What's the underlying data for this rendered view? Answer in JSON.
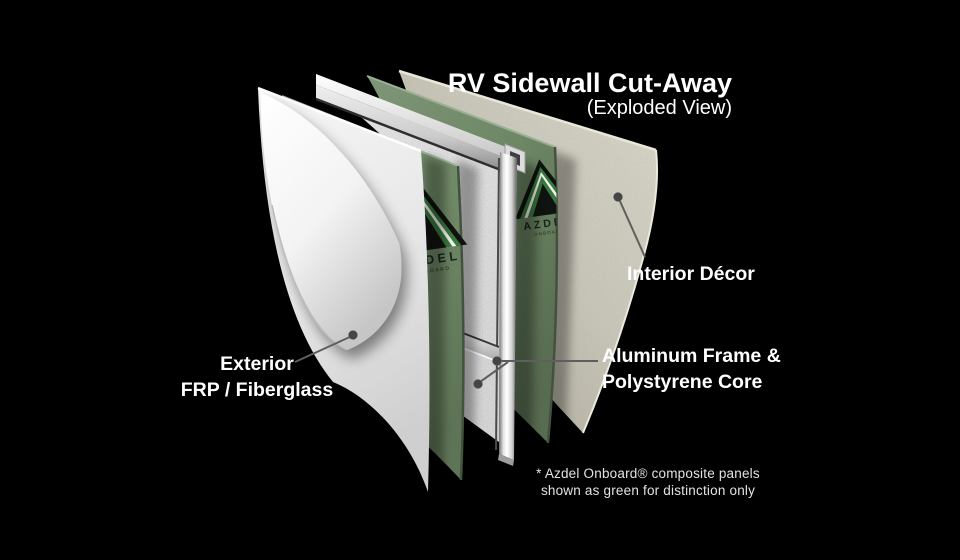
{
  "title": {
    "main": "RV Sidewall Cut-Away",
    "subtitle": "(Exploded View)"
  },
  "labels": {
    "exterior_line1": "Exterior",
    "exterior_line2": "FRP / Fiberglass",
    "aluminum_line1": "Aluminum Frame &",
    "aluminum_line2": "Polystyrene Core",
    "interior": "Interior Décor"
  },
  "footnote": {
    "line1": "* Azdel Onboard® composite panels",
    "line2": "shown as green for distinction only"
  },
  "logo": {
    "brand": "AZDEL",
    "sub": "ONBOARD",
    "asterisk": "*"
  },
  "colors": {
    "background": "#000000",
    "azdel_green": "#75906C",
    "azdel_green_dark": "#5C7254",
    "logo_accent_green": "#3B7A3E",
    "interior_beige": "#C9C7B9",
    "exterior_white": "#EFEFEF",
    "chrome": "#D9D9D9",
    "label_text": "#FFFFFF"
  }
}
